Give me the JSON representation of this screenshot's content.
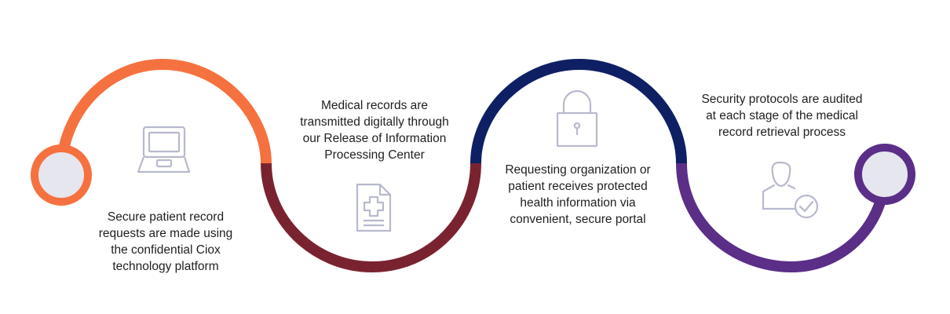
{
  "colors": {
    "orange": "#F57240",
    "maroon": "#7A2330",
    "navy": "#0E2063",
    "purple": "#5B2E88",
    "icon_stroke": "#B7B9CE",
    "node_fill": "#E6E6EF"
  },
  "steps": [
    {
      "icon": "laptop-icon",
      "text": "Secure patient record\nrequests are made using\nthe confidential Ciox\ntechnology platform"
    },
    {
      "icon": "medical-document-icon",
      "text": "Medical records are\ntransmitted digitally through\nour Release of Information\nProcessing Center"
    },
    {
      "icon": "padlock-icon",
      "text": "Requesting organization or\npatient receives protected\nhealth information via\nconvenient, secure portal"
    },
    {
      "icon": "verified-user-icon",
      "text": "Security protocols are audited\nat each stage of the medical\nrecord retrieval process"
    }
  ]
}
